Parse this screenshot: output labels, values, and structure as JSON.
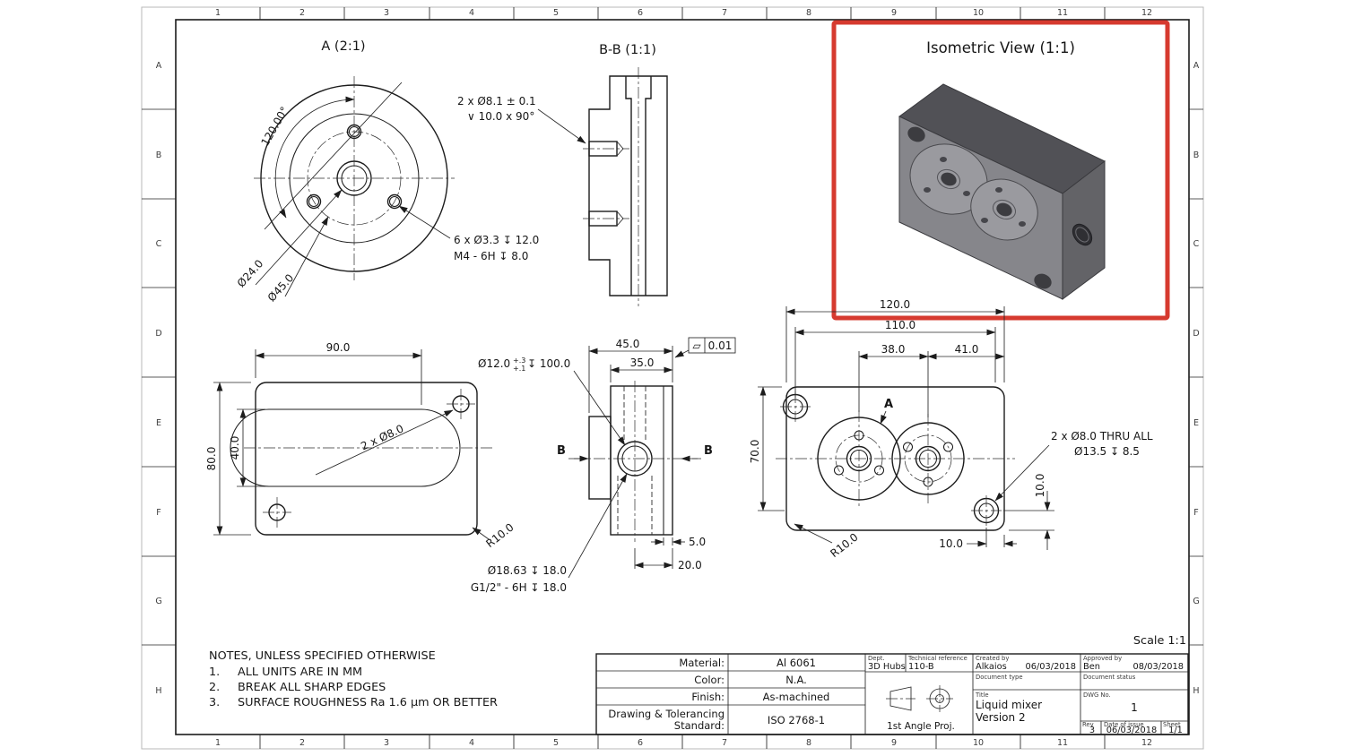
{
  "sheet": {
    "zone_cols": [
      "1",
      "2",
      "3",
      "4",
      "5",
      "6",
      "7",
      "8",
      "9",
      "10",
      "11",
      "12"
    ],
    "zone_rows": [
      "A",
      "B",
      "C",
      "D",
      "E",
      "F",
      "G",
      "H"
    ],
    "scale_note": "Scale 1:1"
  },
  "detail_a": {
    "title": "A (2:1)",
    "angle_dim": "120.00°",
    "dia_center": "Ø24.0",
    "dia_bolt": "Ø45.0",
    "callout1": "6 x Ø3.3 ↧ 12.0",
    "callout2": "M4 - 6H ↧ 8.0"
  },
  "section_bb": {
    "title": "B-B (1:1)",
    "callout1": "2 x Ø8.1 ± 0.1",
    "callout2": "∨ 10.0 x 90°"
  },
  "isometric": {
    "title": "Isometric View (1:1)"
  },
  "front_view": {
    "dim_width": "90.0",
    "dim_height": "80.0",
    "dim_slot": "40.0",
    "hole_callout": "2 x Ø8.0",
    "fillet": "R10.0"
  },
  "side_view": {
    "dim_overall": "45.0",
    "dim_body": "35.0",
    "bore_dia": "Ø12.0",
    "bore_tol_up": "+.3",
    "bore_tol_lo": "+.1",
    "bore_depth": "↧ 100.0",
    "flat_sym": "▱",
    "flat_val": "0.01",
    "section_label_left": "B",
    "section_label_right": "B",
    "dim_step": "5.0",
    "dim_port": "20.0",
    "port_callout1": "Ø18.63 ↧ 18.0",
    "port_callout2": "G1/2\" - 6H ↧ 18.0"
  },
  "top_view": {
    "dim_overall_w": "120.0",
    "dim_hole_span": "110.0",
    "dim_centers": "38.0",
    "dim_right_bore": "41.0",
    "dim_height": "70.0",
    "detail_marker": "A",
    "fillet": "R10.0",
    "dim_edge_h": "10.0",
    "dim_edge_v": "10.0",
    "hole_callout1": "2 x Ø8.0 THRU ALL",
    "hole_callout2": "Ø13.5 ↧ 8.5"
  },
  "notes": {
    "heading": "NOTES, UNLESS SPECIFIED OTHERWISE",
    "items": [
      {
        "num": "1.",
        "text": "ALL UNITS ARE IN MM"
      },
      {
        "num": "2.",
        "text": "BREAK ALL SHARP EDGES"
      },
      {
        "num": "3.",
        "text": "SURFACE ROUGHNESS Ra 1.6 μm OR BETTER"
      }
    ]
  },
  "title_block": {
    "material_label": "Material:",
    "material_value": "Al 6061",
    "color_label": "Color:",
    "color_value": "N.A.",
    "finish_label": "Finish:",
    "finish_value": "As-machined",
    "standard_label1": "Drawing & Tolerancing",
    "standard_label2": "Standard:",
    "standard_value": "ISO 2768-1",
    "dept_label": "Dept.",
    "dept_value": "3D Hubs",
    "techref_label": "Technical reference",
    "techref_value": "110-B",
    "created_label": "Created by",
    "created_name": "Alkaios",
    "created_date": "06/03/2018",
    "approved_label": "Approved by",
    "approved_name": "Ben",
    "approved_date": "08/03/2018",
    "doctype_label": "Document type",
    "docstatus_label": "Document status",
    "title_label": "Title",
    "title_line1": "Liquid mixer",
    "title_line2": "Version 2",
    "dwg_label": "DWG No.",
    "dwg_value": "1",
    "rev_label": "Rev",
    "rev_value": "3",
    "issue_label": "Date of issue",
    "issue_value": "06/03/2018",
    "sheet_label": "Sheet",
    "sheet_value": "1/1",
    "projection": "1st Angle Proj."
  },
  "colors": {
    "highlight": "#d63a2f",
    "line": "#1c1c1c"
  }
}
